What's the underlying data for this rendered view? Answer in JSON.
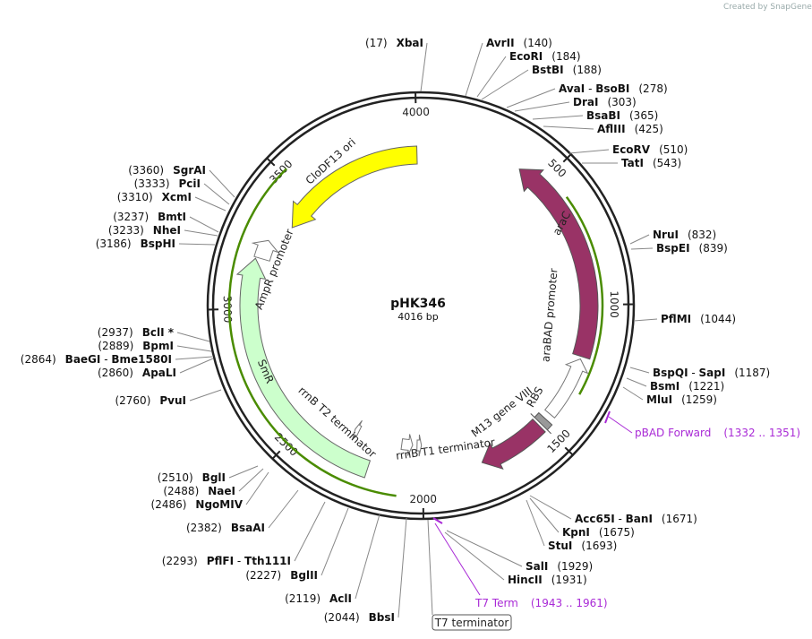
{
  "watermark": "Created by SnapGene",
  "plasmid": {
    "name": "pHK346",
    "size_label": "4016 bp",
    "length": 4016
  },
  "ruler_ticks": [
    "500",
    "1000",
    "1500",
    "2000",
    "2500",
    "3000",
    "3500",
    "4000"
  ],
  "colors": {
    "backbone": "#222222",
    "ori": "#ffff00",
    "araC": "#993366",
    "smr": "#ccffcc",
    "primer": "#a92ad6",
    "green_line": "#4a8c00"
  },
  "features": {
    "clodf13_ori": "CloDF13 ori",
    "arac": "araC",
    "smr": "SmR",
    "ampr_promoter": "AmpR promoter",
    "arabad_promoter": "araBAD promoter",
    "rbs": "RBS",
    "m13_gene_viii": "M13 gene VIII",
    "rrnb_t2": "rrnB T2 terminator",
    "rrnb_t1": "rrnB T1 terminator",
    "t7_terminator": "T7 terminator"
  },
  "primers": [
    {
      "name": "pBAD Forward",
      "range": "(1332 .. 1351)"
    },
    {
      "name": "T7 Term",
      "range": "(1943 .. 1961)"
    }
  ],
  "sites": [
    {
      "name": "XbaI",
      "pos": "(17)"
    },
    {
      "name": "AvrII",
      "pos": "(140)"
    },
    {
      "name": "EcoRI",
      "pos": "(184)"
    },
    {
      "name": "BstBI",
      "pos": "(188)"
    },
    {
      "name": "AvaI",
      "name2": "BsoBI",
      "pos": "(278)"
    },
    {
      "name": "DraI",
      "pos": "(303)"
    },
    {
      "name": "BsaBI",
      "pos": "(365)"
    },
    {
      "name": "AflIII",
      "pos": "(425)"
    },
    {
      "name": "EcoRV",
      "pos": "(510)"
    },
    {
      "name": "TatI",
      "pos": "(543)"
    },
    {
      "name": "NruI",
      "pos": "(832)"
    },
    {
      "name": "BspEI",
      "pos": "(839)"
    },
    {
      "name": "PflMI",
      "pos": "(1044)"
    },
    {
      "name": "BspQI",
      "name2": "SapI",
      "pos": "(1187)"
    },
    {
      "name": "BsmI",
      "pos": "(1221)"
    },
    {
      "name": "MluI",
      "pos": "(1259)"
    },
    {
      "name": "Acc65I",
      "name2": "BanI",
      "pos": "(1671)"
    },
    {
      "name": "KpnI",
      "pos": "(1675)"
    },
    {
      "name": "StuI",
      "pos": "(1693)"
    },
    {
      "name": "SalI",
      "pos": "(1929)"
    },
    {
      "name": "HincII",
      "pos": "(1931)"
    },
    {
      "name": "BbsI",
      "pos": "(2044)"
    },
    {
      "name": "AclI",
      "pos": "(2119)"
    },
    {
      "name": "BglII",
      "pos": "(2227)"
    },
    {
      "name": "PflFI",
      "name2": "Tth111I",
      "pos": "(2293)"
    },
    {
      "name": "BsaAI",
      "pos": "(2382)"
    },
    {
      "name": "NgoMIV",
      "pos": "(2486)"
    },
    {
      "name": "NaeI",
      "pos": "(2488)"
    },
    {
      "name": "BglI",
      "pos": "(2510)"
    },
    {
      "name": "PvuI",
      "pos": "(2760)"
    },
    {
      "name": "ApaLI",
      "pos": "(2860)"
    },
    {
      "name": "BaeGI",
      "name2": "Bme1580I",
      "pos": "(2864)"
    },
    {
      "name": "BpmI",
      "pos": "(2889)"
    },
    {
      "name": "BclI *",
      "pos": "(2937)"
    },
    {
      "name": "BspHI",
      "pos": "(3186)"
    },
    {
      "name": "NheI",
      "pos": "(3233)"
    },
    {
      "name": "BmtI",
      "pos": "(3237)"
    },
    {
      "name": "XcmI",
      "pos": "(3310)"
    },
    {
      "name": "PciI",
      "pos": "(3333)"
    },
    {
      "name": "SgrAI",
      "pos": "(3360)"
    }
  ]
}
